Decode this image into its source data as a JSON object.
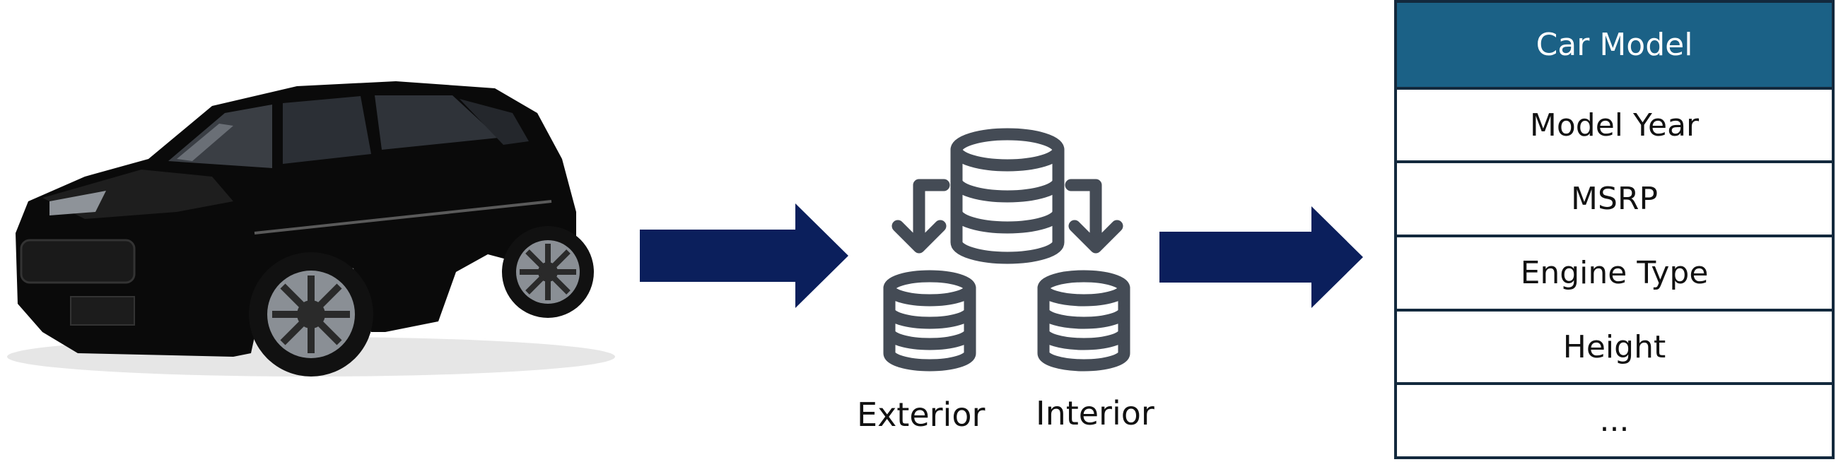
{
  "colors": {
    "arrow": "#0b1f5c",
    "db_icon": "#444b55",
    "header_bg": "#1b6186",
    "table_border": "#13293d",
    "car_body": "#0a0a0a"
  },
  "icons": [
    "car-image",
    "right-arrow-icon",
    "database-icon",
    "curved-arrow-icon"
  ],
  "databases": {
    "exterior_label": "Exterior",
    "interior_label": "Interior"
  },
  "table": {
    "header": "Car Model",
    "rows": [
      "Model Year",
      "MSRP",
      "Engine Type",
      "Height",
      "..."
    ]
  }
}
